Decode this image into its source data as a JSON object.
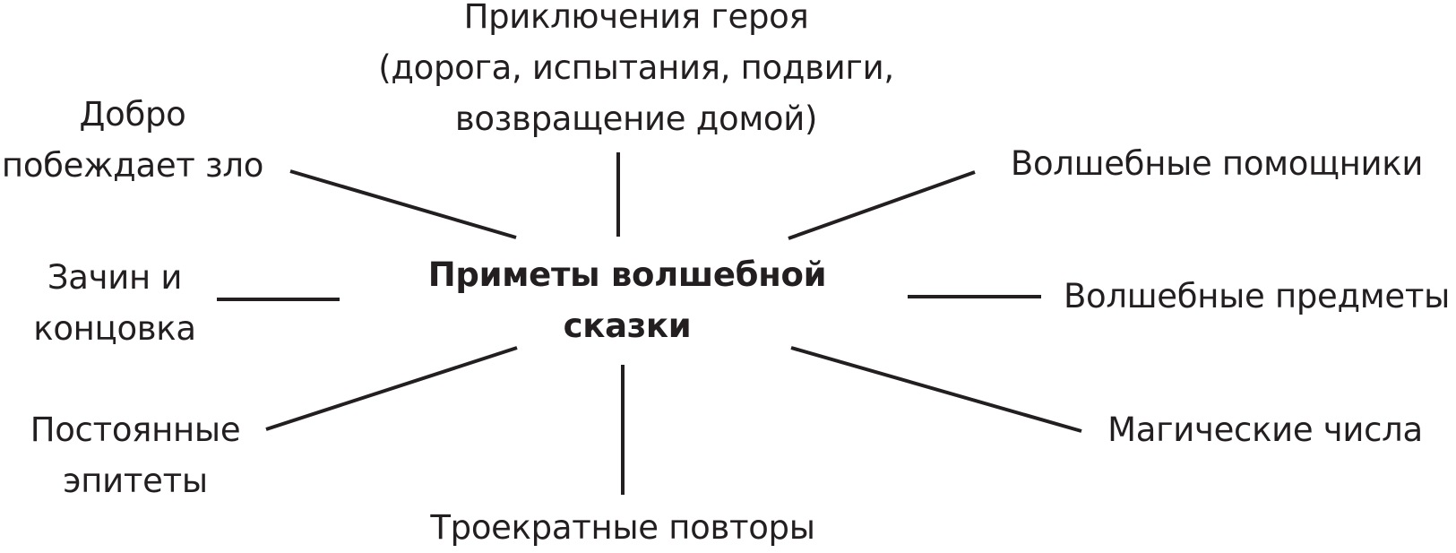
{
  "center": {
    "lines": [
      "Приметы волшебной",
      "сказки"
    ]
  },
  "nodes": {
    "hero_adventures": {
      "lines": [
        "Приключения героя",
        "(дорога, испытания, подвиги,",
        "возвращение домой)"
      ]
    },
    "good_defeats_evil": {
      "lines": [
        "Добро",
        "побеждает зло"
      ]
    },
    "magic_helpers": {
      "lines": [
        "Волшебные помощники"
      ]
    },
    "opening_and_ending": {
      "lines": [
        "Зачин и",
        "концовка"
      ]
    },
    "magic_objects": {
      "lines": [
        "Волшебные предметы"
      ]
    },
    "constant_epithets": {
      "lines": [
        "Постоянные",
        "эпитеты"
      ]
    },
    "magic_numbers": {
      "lines": [
        "Магические числа"
      ]
    },
    "triple_repetitions": {
      "lines": [
        "Троекратные повторы"
      ]
    }
  }
}
